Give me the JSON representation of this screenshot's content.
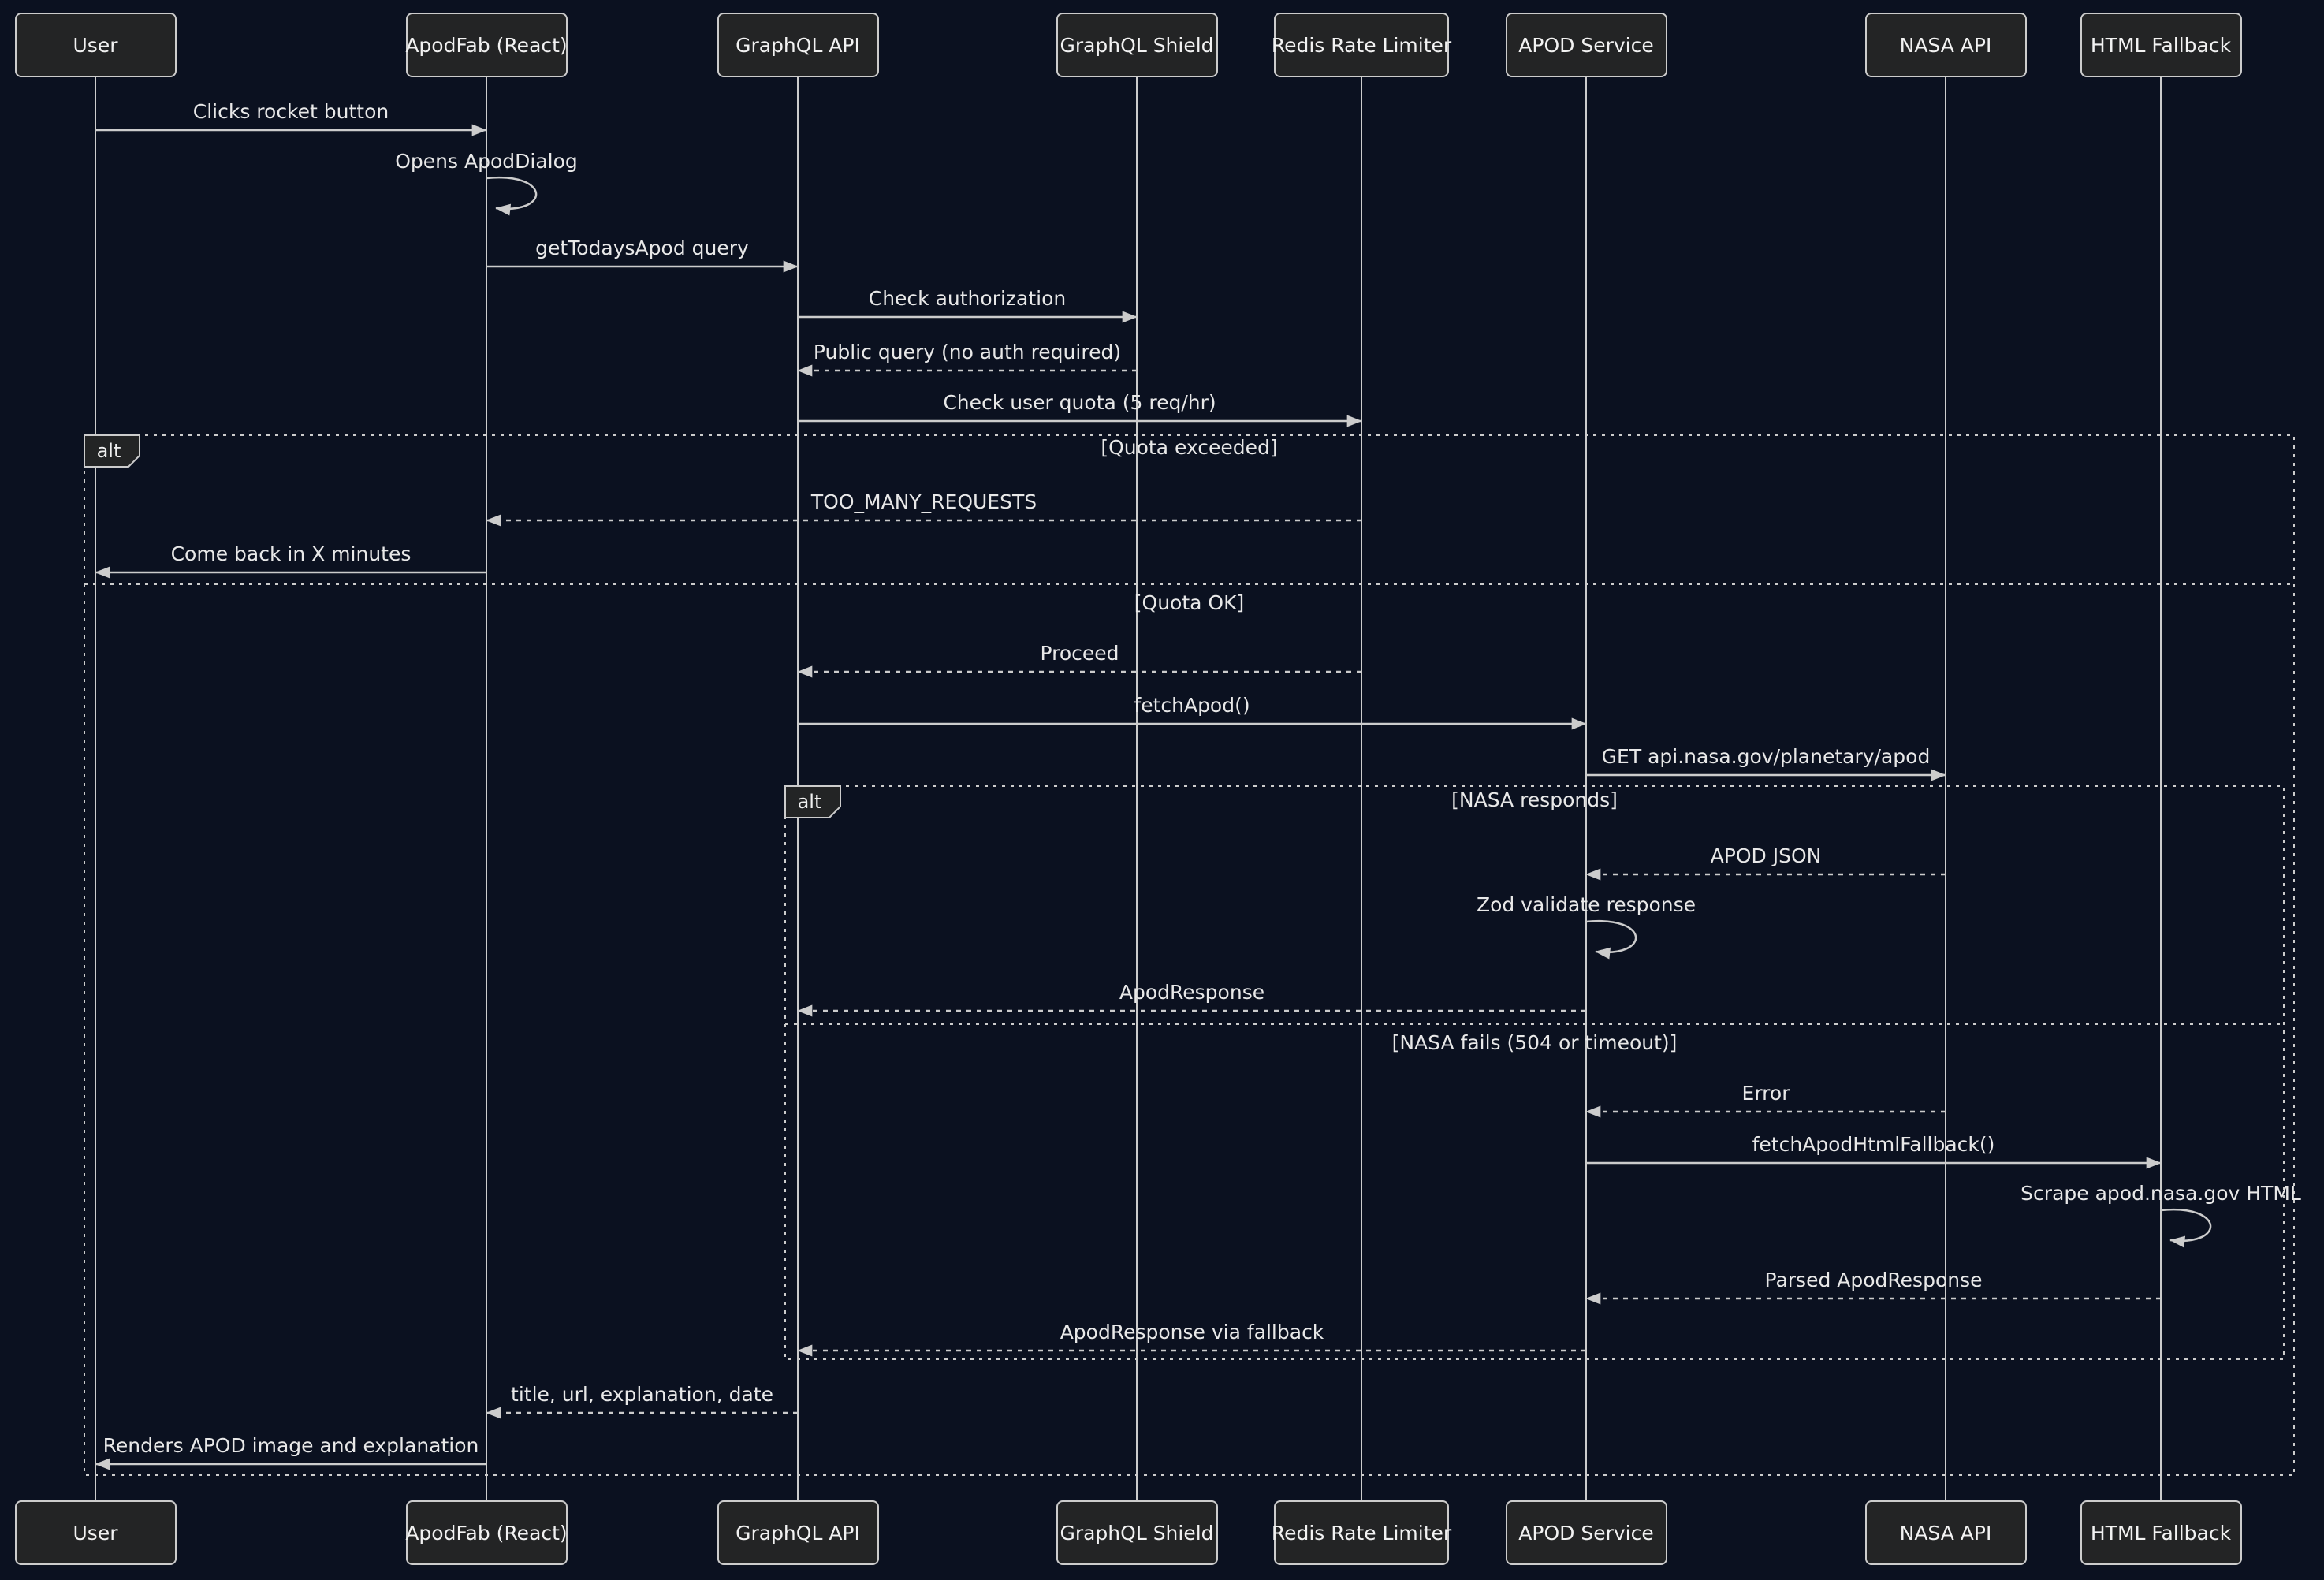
{
  "diagram": {
    "type": "sequence",
    "theme": {
      "background": "#0b1120",
      "actor_fill": "#232425",
      "actor_border": "#cccccc",
      "line_color": "#cccccc",
      "text_color": "#e8e8e8",
      "frame_label_fill": "#232425"
    },
    "participants": [
      {
        "id": "user",
        "label": "User"
      },
      {
        "id": "apodfab",
        "label": "ApodFab (React)"
      },
      {
        "id": "graphql_api",
        "label": "GraphQL API"
      },
      {
        "id": "graphql_shield",
        "label": "GraphQL Shield"
      },
      {
        "id": "redis",
        "label": "Redis Rate Limiter"
      },
      {
        "id": "apod_service",
        "label": "APOD Service"
      },
      {
        "id": "nasa_api",
        "label": "NASA API"
      },
      {
        "id": "html_fallback",
        "label": "HTML Fallback"
      }
    ],
    "messages": [
      {
        "from": "user",
        "to": "apodfab",
        "label": "Clicks rocket button",
        "line": "solid",
        "self": false
      },
      {
        "from": "apodfab",
        "to": "apodfab",
        "label": "Opens ApodDialog",
        "line": "solid",
        "self": true
      },
      {
        "from": "apodfab",
        "to": "graphql_api",
        "label": "getTodaysApod query",
        "line": "solid",
        "self": false
      },
      {
        "from": "graphql_api",
        "to": "graphql_shield",
        "label": "Check authorization",
        "line": "solid",
        "self": false
      },
      {
        "from": "graphql_shield",
        "to": "graphql_api",
        "label": "Public query (no auth required)",
        "line": "dashed",
        "self": false
      },
      {
        "from": "graphql_api",
        "to": "redis",
        "label": "Check user quota (5 req/hr)",
        "line": "solid",
        "self": false
      },
      {
        "from": "redis",
        "to": "apodfab",
        "label": "TOO_MANY_REQUESTS",
        "line": "dashed",
        "self": false
      },
      {
        "from": "apodfab",
        "to": "user",
        "label": "Come back in X minutes",
        "line": "solid",
        "self": false
      },
      {
        "from": "redis",
        "to": "graphql_api",
        "label": "Proceed",
        "line": "dashed",
        "self": false
      },
      {
        "from": "graphql_api",
        "to": "apod_service",
        "label": "fetchApod()",
        "line": "solid",
        "self": false
      },
      {
        "from": "apod_service",
        "to": "nasa_api",
        "label": "GET api.nasa.gov/planetary/apod",
        "line": "solid",
        "self": false
      },
      {
        "from": "nasa_api",
        "to": "apod_service",
        "label": "APOD JSON",
        "line": "dashed",
        "self": false
      },
      {
        "from": "apod_service",
        "to": "apod_service",
        "label": "Zod validate response",
        "line": "solid",
        "self": true
      },
      {
        "from": "apod_service",
        "to": "graphql_api",
        "label": "ApodResponse",
        "line": "dashed",
        "self": false
      },
      {
        "from": "nasa_api",
        "to": "apod_service",
        "label": "Error",
        "line": "dashed",
        "self": false
      },
      {
        "from": "apod_service",
        "to": "html_fallback",
        "label": "fetchApodHtmlFallback()",
        "line": "solid",
        "self": false
      },
      {
        "from": "html_fallback",
        "to": "html_fallback",
        "label": "Scrape apod.nasa.gov HTML",
        "line": "solid",
        "self": true
      },
      {
        "from": "html_fallback",
        "to": "apod_service",
        "label": "Parsed ApodResponse",
        "line": "dashed",
        "self": false
      },
      {
        "from": "apod_service",
        "to": "graphql_api",
        "label": "ApodResponse via fallback",
        "line": "dashed",
        "self": false
      },
      {
        "from": "graphql_api",
        "to": "apodfab",
        "label": "title, url, explanation, date",
        "line": "dashed",
        "self": false
      },
      {
        "from": "apodfab",
        "to": "user",
        "label": "Renders APOD image and explanation",
        "line": "solid",
        "self": false
      }
    ],
    "frames": [
      {
        "label": "alt",
        "sections": [
          "[Quota exceeded]",
          "[Quota OK]"
        ]
      },
      {
        "label": "alt",
        "sections": [
          "[NASA responds]",
          "[NASA fails (504 or timeout)]"
        ]
      }
    ]
  }
}
